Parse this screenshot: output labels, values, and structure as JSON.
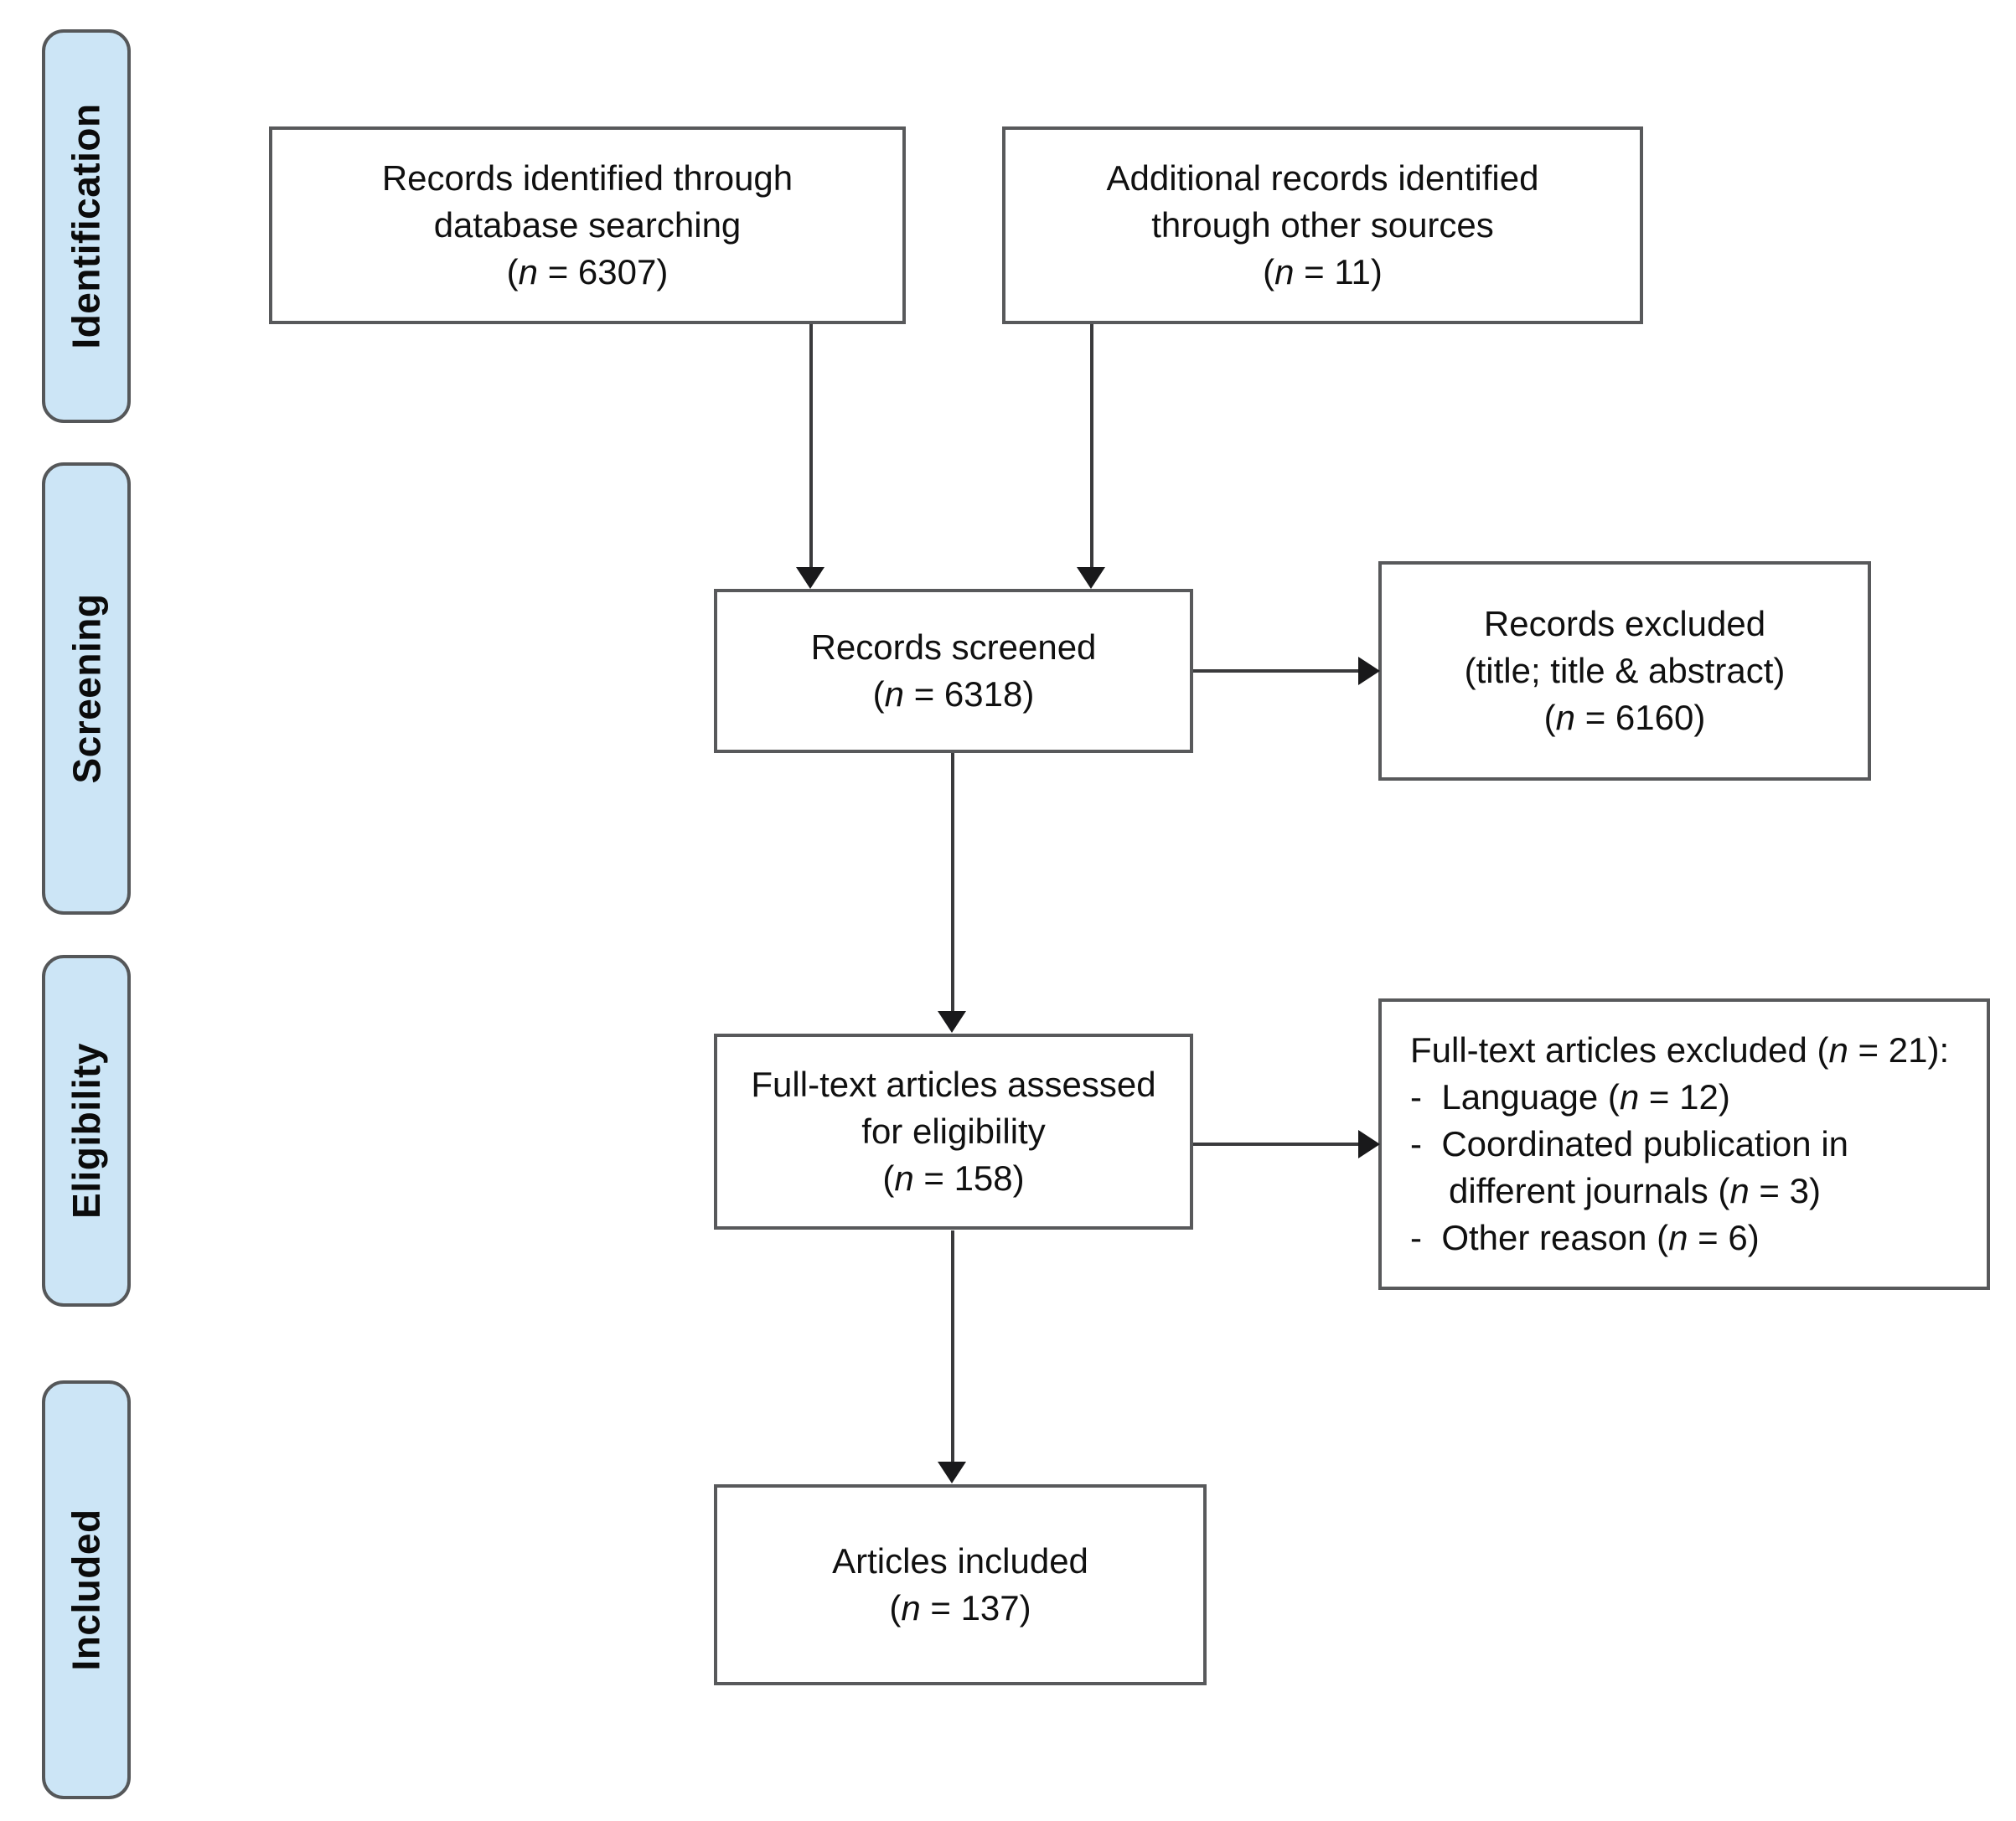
{
  "figure": {
    "type": "prisma-flow-diagram",
    "accent_color": "#cce5f6",
    "border_color": "#58595b",
    "background": "#ffffff"
  },
  "stages": [
    {
      "id": "identification",
      "label": "Identification"
    },
    {
      "id": "screening",
      "label": "Screening"
    },
    {
      "id": "eligibility",
      "label": "Eligibility"
    },
    {
      "id": "included",
      "label": "Included"
    }
  ],
  "boxes": {
    "database_search": {
      "line1": "Records identified through",
      "line2": "database searching",
      "count_prefix": "(",
      "count_n": "n",
      "count_suffix": " = 6307)",
      "n_value": 6307
    },
    "other_sources": {
      "line1": "Additional records identified",
      "line2": "through other sources",
      "count_prefix": "(",
      "count_n": "n",
      "count_suffix": " = 11)",
      "n_value": 11
    },
    "records_screened": {
      "line1": "Records screened",
      "count_prefix": "(",
      "count_n": "n",
      "count_suffix": " = 6318)",
      "n_value": 6318
    },
    "records_excluded": {
      "line1": "Records excluded",
      "line2": "(title; title & abstract)",
      "count_prefix": "(",
      "count_n": "n",
      "count_suffix": " = 6160)",
      "n_value": 6160
    },
    "fulltext_assessed": {
      "line1": "Full-text articles assessed",
      "line2": "for eligibility",
      "count_prefix": "(",
      "count_n": "n",
      "count_suffix": " = 158)",
      "n_value": 158
    },
    "fulltext_excluded": {
      "heading_before": "Full-text articles excluded (",
      "heading_n": "n",
      "heading_after": " = 21):",
      "n_value": 21,
      "reasons": [
        {
          "dash": "-",
          "text_before": "Language (",
          "n": "n",
          "text_after": " = 12)",
          "n_value": 12
        },
        {
          "dash": "-",
          "text_before": "Coordinated publication in",
          "line2_before": "different journals (",
          "n": "n",
          "text_after": " = 3)",
          "n_value": 3
        },
        {
          "dash": "-",
          "text_before": "Other reason (",
          "n": "n",
          "text_after": " = 6)",
          "n_value": 6
        }
      ]
    },
    "articles_included": {
      "line1": "Articles included",
      "count_prefix": "(",
      "count_n": "n",
      "count_suffix": " = 137)",
      "n_value": 137
    }
  }
}
